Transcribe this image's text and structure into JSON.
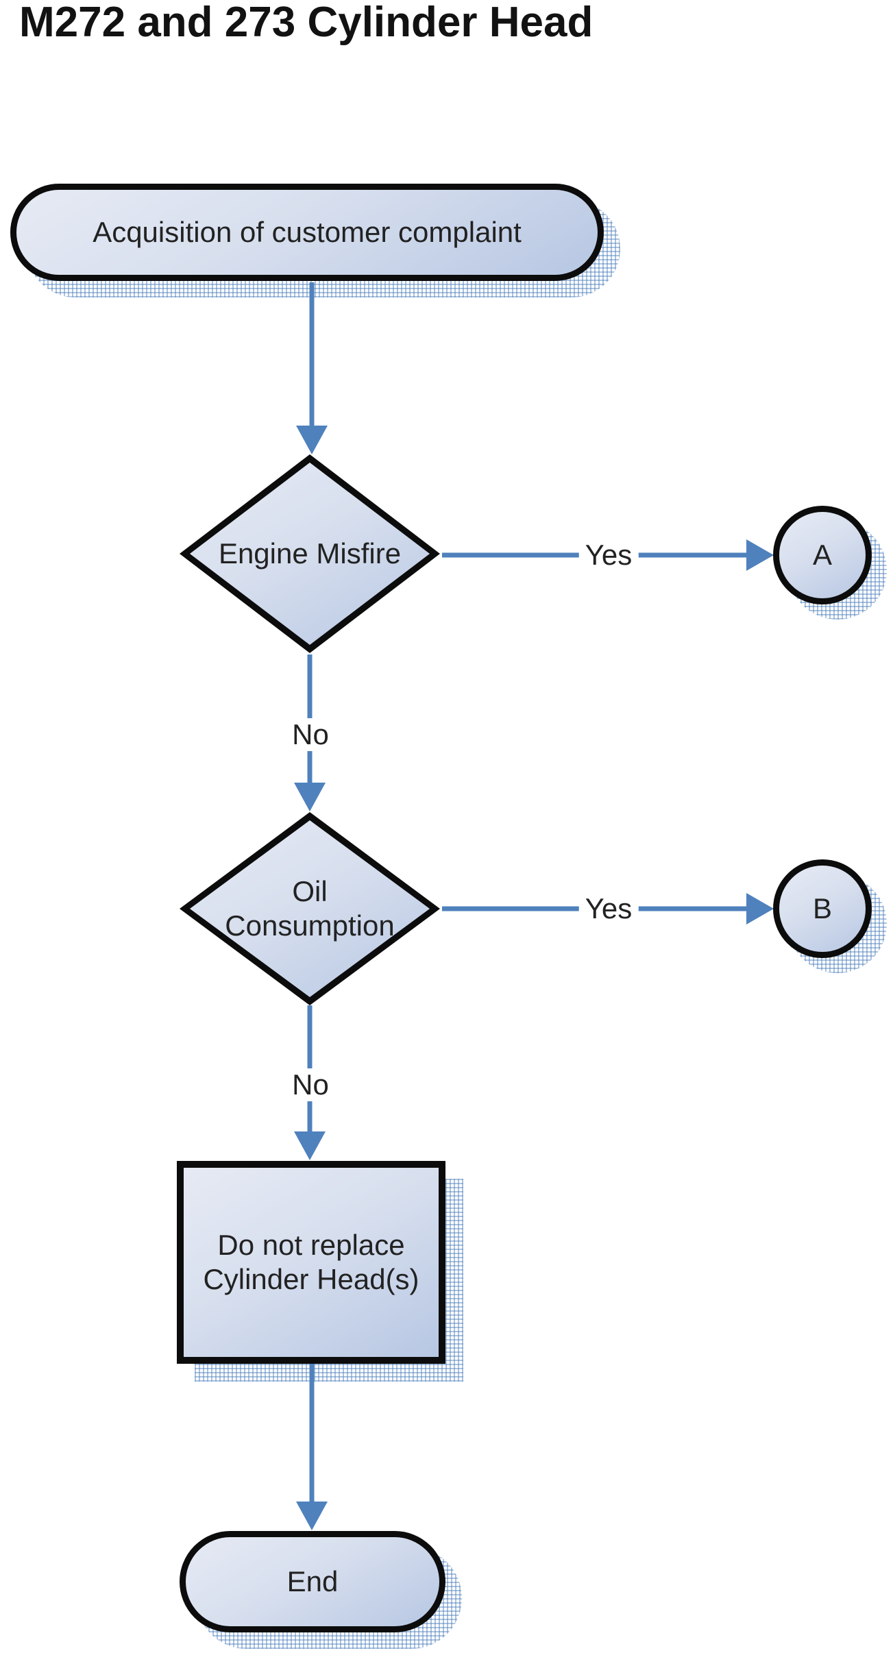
{
  "title": "M272 and 273 Cylinder Head",
  "nodes": {
    "start": {
      "label": "Acquisition of customer complaint"
    },
    "decision_misfire": {
      "label": "Engine Misfire"
    },
    "connector_a": {
      "label": "A"
    },
    "decision_oil": {
      "label": "Oil\nConsumption"
    },
    "connector_b": {
      "label": "B"
    },
    "process": {
      "label": "Do not replace\nCylinder Head(s)"
    },
    "end": {
      "label": "End"
    }
  },
  "edges": {
    "misfire_yes": {
      "label": "Yes"
    },
    "misfire_no": {
      "label": "No"
    },
    "oil_yes": {
      "label": "Yes"
    },
    "oil_no": {
      "label": "No"
    }
  },
  "colors": {
    "arrow": "#4F81BD",
    "shape_border": "#0c0c0c",
    "fill_top": "#e6eaf4",
    "fill_bottom": "#b7c7e3",
    "text": "#222222",
    "title_text": "#121212"
  }
}
